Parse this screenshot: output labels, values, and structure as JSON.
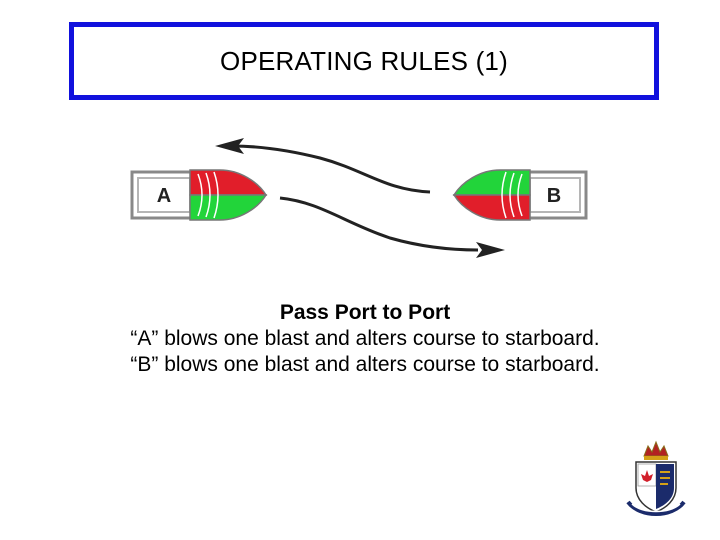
{
  "slide": {
    "title": "OPERATING RULES (1)",
    "title_border_color": "#1111dd"
  },
  "diagram": {
    "vessel_a_label": "A",
    "vessel_b_label": "B",
    "port_color": "#e11e2a",
    "starboard_color": "#22d43a"
  },
  "caption": {
    "heading": "Pass Port to Port",
    "rule_a": "“A” blows one blast and alters course to starboard.",
    "rule_b": "“B” blows one blast and alters course to starboard."
  }
}
